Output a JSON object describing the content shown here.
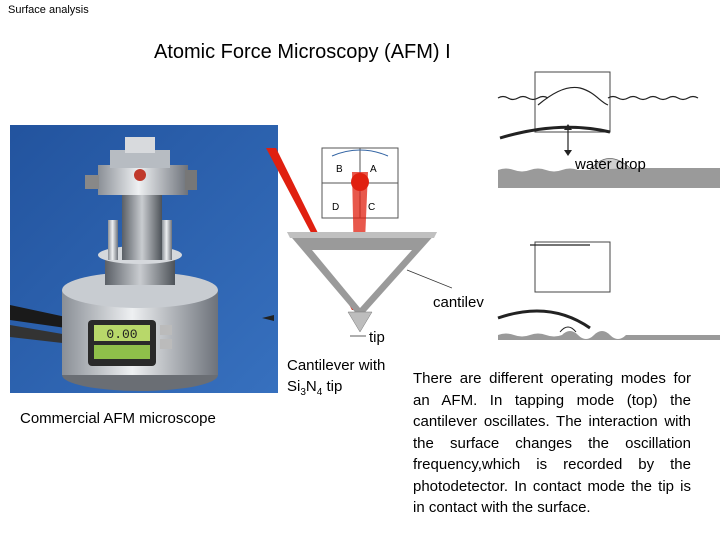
{
  "header": {
    "section_label": "Surface analysis"
  },
  "title": "Atomic Force  Microscopy (AFM) I",
  "photo": {
    "caption": "Commercial AFM microscope",
    "display_digits": "0.00"
  },
  "diagram": {
    "quadrants": [
      "B",
      "A",
      "D",
      "C"
    ],
    "tip_label": "tip",
    "cantilever_label": "cantilev",
    "caption_line1": "Cantilever with",
    "caption_line2_prefix": "Si",
    "caption_sub1": "3",
    "caption_mid": "N",
    "caption_sub2": "4",
    "caption_suffix": " tip"
  },
  "modes": {
    "water_drop_label": "water drop"
  },
  "description": "There are different operating modes for an AFM. In tapping mode (top) the cantilever oscillates. The interaction with the surface changes the oscillation frequency,which is recorded by the photodetector. In contact mode the tip is in contact with the surface.",
  "colors": {
    "laser": "#e02010",
    "photo_bg": "#2a5ea8",
    "surface": "#9a9a9a"
  }
}
